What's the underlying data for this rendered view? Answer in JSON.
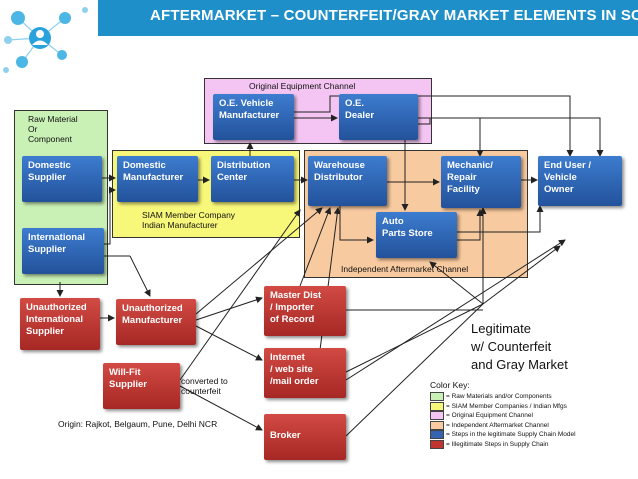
{
  "header": {
    "title": "AFTERMARKET – COUNTERFEIT/GRAY MARKET ELEMENTS IN SCM"
  },
  "regions": {
    "raw": "Raw Material\nOr\nComponent",
    "oe": "Original Equipment Channel",
    "siam": "SIAM Member Company\nIndian Manufacturer",
    "aftermarket": "Independent Aftermarket Channel"
  },
  "boxes": {
    "domestic_supplier": "Domestic\nSupplier",
    "international_supplier": "International\nSupplier",
    "domestic_manufacturer": "Domestic\nManufacturer",
    "distribution_center": "Distribution\nCenter",
    "oe_vehicle_manufacturer": "O.E. Vehicle\nManufacturer",
    "oe_dealer": "O.E.\nDealer",
    "warehouse_distributor": "Warehouse\nDistributor",
    "mechanic": "Mechanic/\nRepair\nFacility",
    "end_user": "End User /\nVehicle\nOwner",
    "auto_parts_store": "Auto\nParts Store",
    "unauthorized_international_supplier": "Unauthorized\nInternational\nSupplier",
    "unauthorized_manufacturer": "Unauthorized\nManufacturer",
    "master_dist": "Master Dist\n/ Importer\nof Record",
    "will_fit_supplier": "Will-Fit\nSupplier",
    "internet": "Internet\n/ web site\n/mail order",
    "broker": "Broker"
  },
  "notes": {
    "converted": "converted to\ncounterfeit",
    "origin": "Origin: Rajkot, Belgaum, Pune, Delhi NCR",
    "legitimate": "Legitimate\nw/ Counterfeit\nand Gray Market"
  },
  "color_key": {
    "title": "Color Key:",
    "items": [
      {
        "color": "#c9f0b5",
        "label": "= Raw Materials and/or Components"
      },
      {
        "color": "#f7f77a",
        "label": "= SIAM Member Companies / Indian Mfgs"
      },
      {
        "color": "#f4c5f2",
        "label": "= Original Equipment Channel"
      },
      {
        "color": "#f8caa0",
        "label": "= Independent Aftermarket Channel"
      },
      {
        "color": "#3563b0",
        "label": "= Steps in the legitimate Supply Chain Model"
      },
      {
        "color": "#c0332e",
        "label": "= Illegitimate Steps in Supply Chain"
      }
    ]
  },
  "colors": {
    "header": "#1f8fc9",
    "legit_box": "#2a5ba7",
    "illegit_box": "#b52f2a"
  }
}
